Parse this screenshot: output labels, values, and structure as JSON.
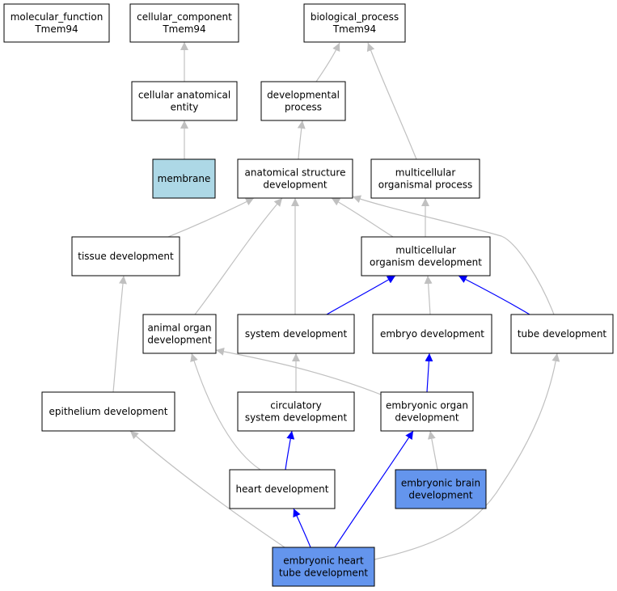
{
  "colors": {
    "default_fill": "#ffffff",
    "highlight_fill": "#add8e6",
    "focus_fill": "#6495ed",
    "gray_edge": "#c0c0c0",
    "blue_edge": "#0000ff"
  },
  "nodes": [
    {
      "id": "mf",
      "lines": [
        "molecular_function",
        "Tmem94"
      ],
      "style": "default"
    },
    {
      "id": "cc",
      "lines": [
        "cellular_component",
        "Tmem94"
      ],
      "style": "default"
    },
    {
      "id": "bp",
      "lines": [
        "biological_process",
        "Tmem94"
      ],
      "style": "default"
    },
    {
      "id": "cae",
      "lines": [
        "cellular anatomical",
        "entity"
      ],
      "style": "default"
    },
    {
      "id": "dp",
      "lines": [
        "developmental",
        "process"
      ],
      "style": "default"
    },
    {
      "id": "mem",
      "lines": [
        "membrane"
      ],
      "style": "highlight"
    },
    {
      "id": "asd",
      "lines": [
        "anatomical structure",
        "development"
      ],
      "style": "default"
    },
    {
      "id": "mop",
      "lines": [
        "multicellular",
        "organismal process"
      ],
      "style": "default"
    },
    {
      "id": "td",
      "lines": [
        "tissue development"
      ],
      "style": "default"
    },
    {
      "id": "mod",
      "lines": [
        "multicellular",
        "organism development"
      ],
      "style": "default"
    },
    {
      "id": "aod",
      "lines": [
        "animal organ",
        "development"
      ],
      "style": "default"
    },
    {
      "id": "sd",
      "lines": [
        "system development"
      ],
      "style": "default"
    },
    {
      "id": "ed",
      "lines": [
        "embryo development"
      ],
      "style": "default"
    },
    {
      "id": "tubed",
      "lines": [
        "tube development"
      ],
      "style": "default"
    },
    {
      "id": "epd",
      "lines": [
        "epithelium development"
      ],
      "style": "default"
    },
    {
      "id": "csd",
      "lines": [
        "circulatory",
        "system development"
      ],
      "style": "default"
    },
    {
      "id": "eod",
      "lines": [
        "embryonic organ",
        "development"
      ],
      "style": "default"
    },
    {
      "id": "hd",
      "lines": [
        "heart development"
      ],
      "style": "default"
    },
    {
      "id": "ebd",
      "lines": [
        "embryonic brain",
        "development"
      ],
      "style": "focus"
    },
    {
      "id": "ehtd",
      "lines": [
        "embryonic heart",
        "tube development"
      ],
      "style": "focus"
    }
  ],
  "edges": [
    {
      "from": "cae",
      "to": "cc",
      "color": "gray"
    },
    {
      "from": "dp",
      "to": "bp",
      "color": "gray"
    },
    {
      "from": "mop",
      "to": "bp",
      "color": "gray"
    },
    {
      "from": "mem",
      "to": "cae",
      "color": "gray"
    },
    {
      "from": "asd",
      "to": "dp",
      "color": "gray"
    },
    {
      "from": "td",
      "to": "asd",
      "color": "gray"
    },
    {
      "from": "aod",
      "to": "asd",
      "color": "gray"
    },
    {
      "from": "sd",
      "to": "asd",
      "color": "gray"
    },
    {
      "from": "mod",
      "to": "asd",
      "color": "gray"
    },
    {
      "from": "tubed",
      "to": "asd",
      "color": "gray"
    },
    {
      "from": "mod",
      "to": "mop",
      "color": "gray"
    },
    {
      "from": "sd",
      "to": "mod",
      "color": "blue"
    },
    {
      "from": "ed",
      "to": "mod",
      "color": "gray"
    },
    {
      "from": "tubed",
      "to": "mod",
      "color": "blue"
    },
    {
      "from": "epd",
      "to": "td",
      "color": "gray"
    },
    {
      "from": "eod",
      "to": "aod",
      "color": "gray"
    },
    {
      "from": "hd",
      "to": "aod",
      "color": "gray"
    },
    {
      "from": "csd",
      "to": "sd",
      "color": "gray"
    },
    {
      "from": "eod",
      "to": "ed",
      "color": "blue"
    },
    {
      "from": "ehtd",
      "to": "tubed",
      "color": "gray"
    },
    {
      "from": "hd",
      "to": "csd",
      "color": "blue"
    },
    {
      "from": "ebd",
      "to": "eod",
      "color": "gray"
    },
    {
      "from": "ehtd",
      "to": "eod",
      "color": "blue"
    },
    {
      "from": "ehtd",
      "to": "epd",
      "color": "gray"
    },
    {
      "from": "ehtd",
      "to": "hd",
      "color": "blue"
    }
  ]
}
